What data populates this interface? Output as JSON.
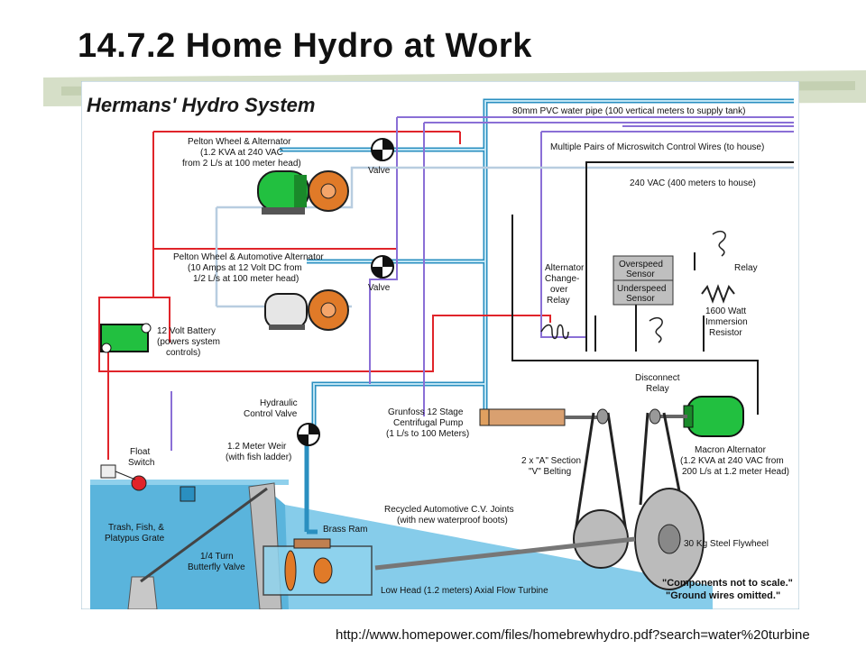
{
  "slide": {
    "title": "14.7.2 Home Hydro at Work",
    "source_url": "http://www.homepower.com/files/homebrewhydro.pdf?search=water%20turbine"
  },
  "diagram": {
    "heading": "Hermans' Hydro System",
    "labels": {
      "pvc_pipe": "80mm PVC water pipe (100 vertical meters to supply tank)",
      "control_wires": "Multiple Pairs of Microswitch Control Wires (to house)",
      "ac_line": "240 VAC (400 meters to house)",
      "pelton1_l1": "Pelton Wheel & Alternator",
      "pelton1_l2": "(1.2 KVA at 240 VAC",
      "pelton1_l3": "from 2 L/s at 100 meter head)",
      "valve1": "Valve",
      "pelton2_l1": "Pelton Wheel & Automotive Alternator",
      "pelton2_l2": "(10 Amps at 12 Volt DC from",
      "pelton2_l3": "1/2 L/s at 100 meter head)",
      "valve2": "Valve",
      "battery_l1": "12 Volt Battery",
      "battery_l2": "(powers system",
      "battery_l3": "controls)",
      "changeover_l1": "Alternator",
      "changeover_l2": "Change-",
      "changeover_l3": "over",
      "changeover_l4": "Relay",
      "overspeed_l1": "Overspeed",
      "overspeed_l2": "Sensor",
      "underspeed_l1": "Underspeed",
      "underspeed_l2": "Sensor",
      "relay": "Relay",
      "resistor_l1": "1600 Watt",
      "resistor_l2": "Immersion",
      "resistor_l3": "Resistor",
      "disconnect_l1": "Disconnect",
      "disconnect_l2": "Relay",
      "hydraulic_l1": "Hydraulic",
      "hydraulic_l2": "Control Valve",
      "pump_l1": "Grunfoss 12 Stage",
      "pump_l2": "Centrifugal Pump",
      "pump_l3": "(1 L/s to 100 Meters)",
      "float_l1": "Float",
      "float_l2": "Switch",
      "weir_l1": "1.2 Meter Weir",
      "weir_l2": "(with fish ladder)",
      "belting_l1": "2 x \"A\" Section",
      "belting_l2": "\"V\" Belting",
      "macron_l1": "Macron Alternator",
      "macron_l2": "(1.2 KVA at 240 VAC from",
      "macron_l3": "200 L/s at 1.2 meter Head)",
      "cv_l1": "Recycled Automotive C.V. Joints",
      "cv_l2": "(with new waterproof boots)",
      "trash_l1": "Trash, Fish, &",
      "trash_l2": "Platypus Grate",
      "brass_ram": "Brass Ram",
      "butterfly_l1": "1/4 Turn",
      "butterfly_l2": "Butterfly Valve",
      "flywheel": "30 Kg Steel Flywheel",
      "turbine": "Low Head (1.2 meters) Axial Flow Turbine",
      "note1": "\"Components not to scale.\"",
      "note2": "\"Ground wires omitted.\""
    }
  },
  "colors": {
    "water": "#5ab4dc",
    "pipe": "#2a8fc0",
    "wire_red": "#e0242a",
    "wire_purple": "#8a6fd6",
    "wire_lightblue": "#b8cde0",
    "alternator_green": "#22c040",
    "pelton_orange": "#e07a28"
  }
}
